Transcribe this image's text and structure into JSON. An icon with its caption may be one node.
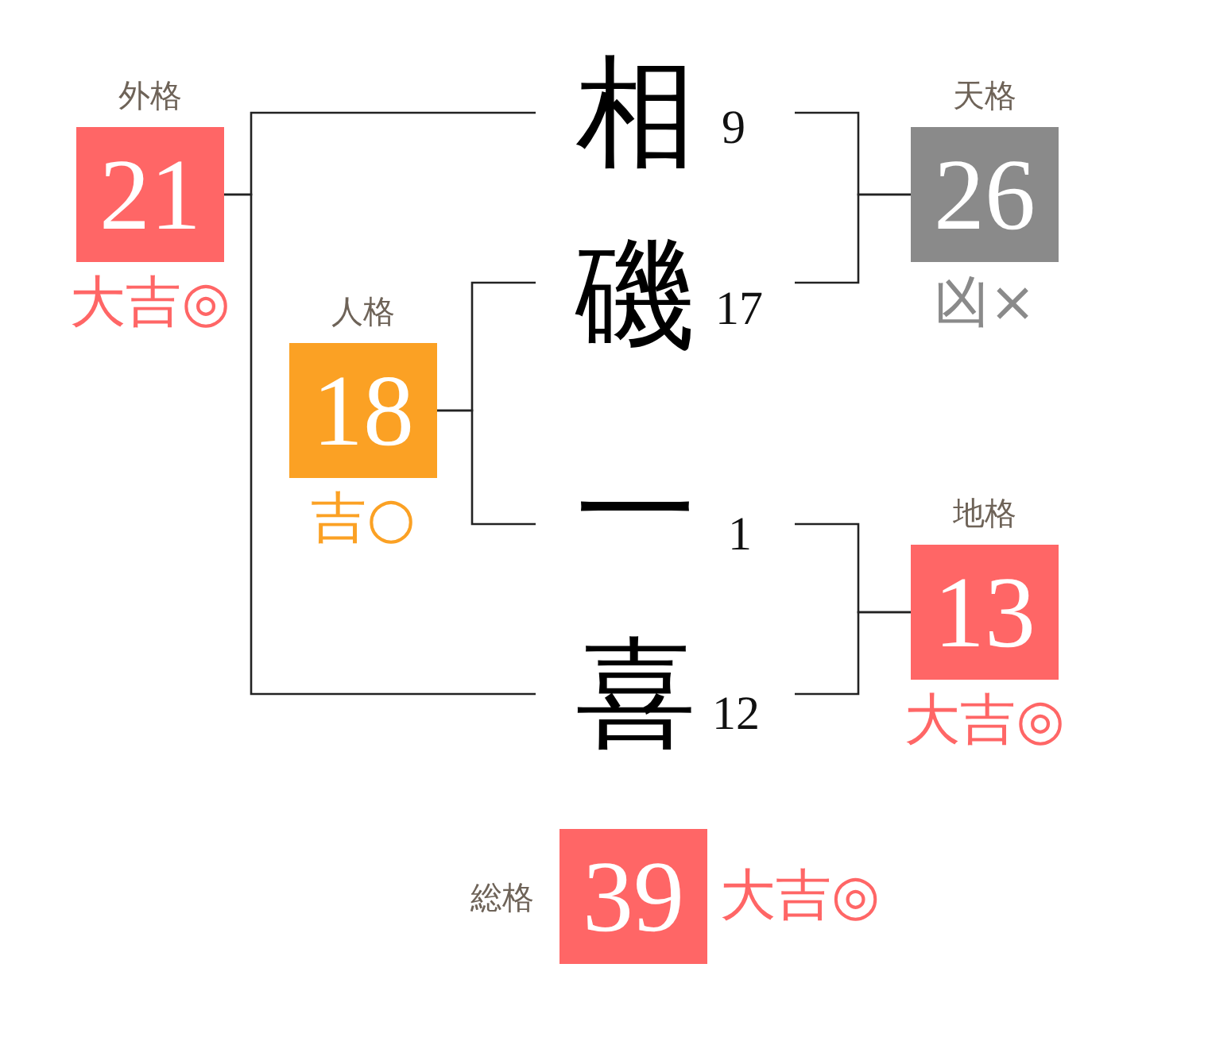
{
  "diagram": {
    "nodes": [
      {
        "text": [
          "外格",
          "21"
        ],
        "beside": [
          "大吉◎"
        ]
      },
      {
        "text": [
          "相"
        ],
        "beside": [
          "9"
        ]
      },
      {
        "text": [
          "天格",
          "26"
        ],
        "beside": [
          "凶×"
        ]
      },
      {
        "text": [
          "磯"
        ],
        "beside": [
          "17"
        ]
      },
      {
        "text": [
          "人格",
          "18"
        ],
        "beside": [
          "吉○"
        ]
      },
      {
        "text": [
          "一"
        ],
        "beside": [
          "1"
        ]
      },
      {
        "text": [
          "地格",
          "13"
        ],
        "beside": [
          "大吉◎"
        ]
      },
      {
        "text": [
          "喜"
        ],
        "beside": [
          "12"
        ]
      },
      {
        "text": [
          "総格",
          "39"
        ],
        "beside": [
          "大吉◎"
        ]
      }
    ],
    "edges": [
      {
        "from": 0,
        "to": 1,
        "arrow": "none"
      },
      {
        "from": 0,
        "to": 7,
        "arrow": "none"
      },
      {
        "from": 1,
        "to": 2,
        "arrow": "none"
      },
      {
        "from": 3,
        "to": 2,
        "arrow": "none"
      },
      {
        "from": 4,
        "to": 3,
        "arrow": "none"
      },
      {
        "from": 4,
        "to": 5,
        "arrow": "none"
      },
      {
        "from": 5,
        "to": 6,
        "arrow": "none"
      },
      {
        "from": 7,
        "to": 6,
        "arrow": "none"
      }
    ]
  }
}
